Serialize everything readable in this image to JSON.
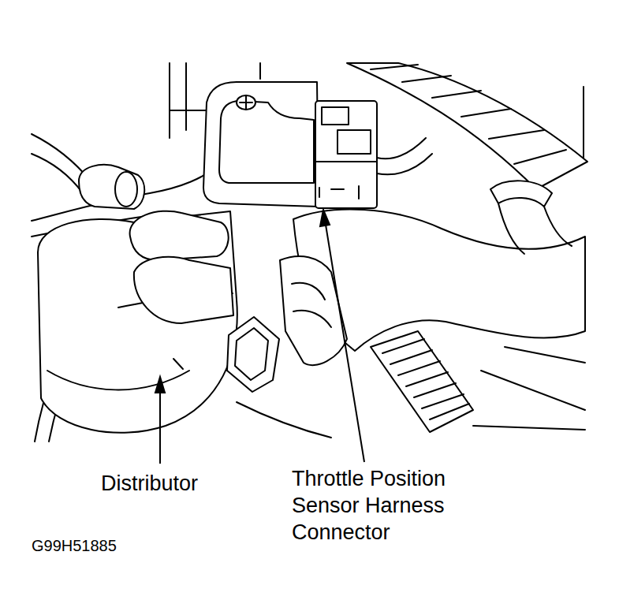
{
  "diagram": {
    "labels": [
      "Distributor",
      "Throttle Position Sensor Harness Connector",
      "G99H51885"
    ]
  }
}
